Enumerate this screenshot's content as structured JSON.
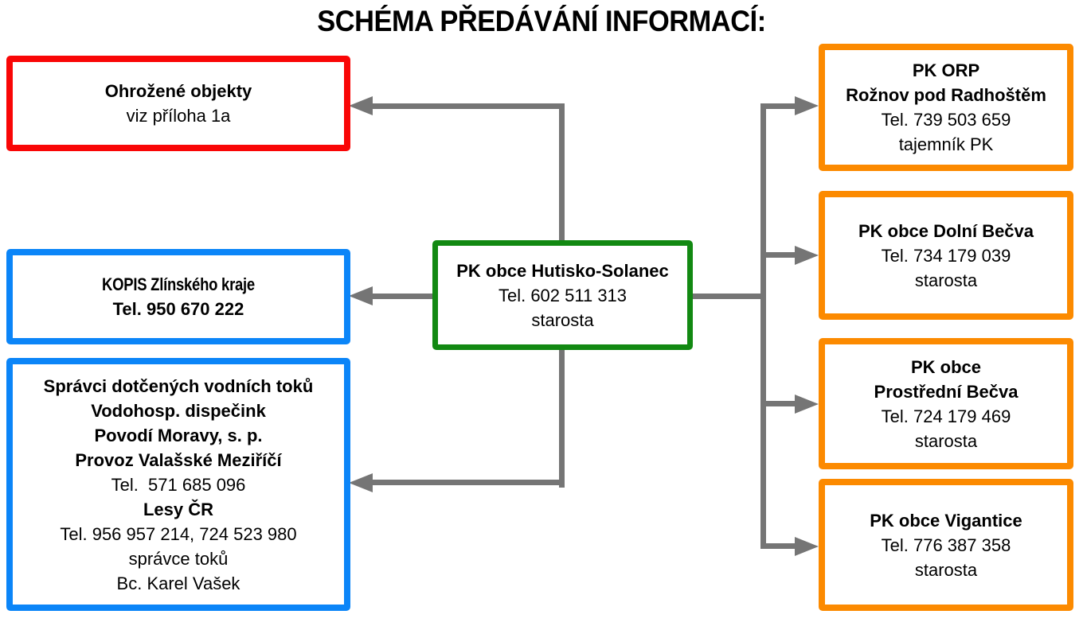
{
  "title": "SCHÉMA PŘEDÁVÁNÍ INFORMACÍ:",
  "colors": {
    "red": "#F90606",
    "blue": "#0B85F8",
    "green": "#128912",
    "orange": "#FC8A00",
    "gray": "#757575",
    "background": "#FFFFFF"
  },
  "center_box": {
    "lines": [
      "PK obce Hutisko-Solanec",
      "Tel. 602 511 313",
      "starosta"
    ]
  },
  "left_boxes": {
    "ohrozene": {
      "lines": [
        "Ohrožené objekty",
        "viz příloha 1a"
      ]
    },
    "kopis": {
      "lines": [
        "KOPIS Zlínského kraje",
        "Tel. 950 670 222"
      ]
    },
    "spravci": {
      "lines": [
        "Správci dotčených vodních toků",
        "Vodohosp. dispečink",
        "Povodí Moravy, s. p.",
        "Provoz Valašské Meziříčí",
        "Tel.  571 685 096",
        "Lesy ČR",
        "Tel. 956 957 214, 724 523 980",
        "správce toků",
        "Bc. Karel Vašek"
      ]
    }
  },
  "right_boxes": {
    "orp": {
      "lines": [
        "PK ORP",
        "Rožnov pod Radhoštěm",
        "Tel. 739 503 659",
        "tajemník PK"
      ]
    },
    "dolni_becva": {
      "lines": [
        "PK obce Dolní Bečva",
        "Tel. 734 179 039",
        "starosta"
      ]
    },
    "prostredni_becva": {
      "lines": [
        "PK obce",
        "Prostřední Bečva",
        "Tel. 724 179 469",
        "starosta"
      ]
    },
    "vigantice": {
      "lines": [
        "PK obce Vigantice",
        "Tel. 776 387 358",
        "starosta"
      ]
    }
  },
  "connections": [
    {
      "from": "PK obce Hutisko-Solanec",
      "to": "Ohrožené objekty"
    },
    {
      "from": "PK obce Hutisko-Solanec",
      "to": "KOPIS Zlínského kraje"
    },
    {
      "from": "PK obce Hutisko-Solanec",
      "to": "Správci dotčených vodních toků"
    },
    {
      "from": "PK obce Hutisko-Solanec",
      "to": "PK ORP Rožnov pod Radhoštěm"
    },
    {
      "from": "PK obce Hutisko-Solanec",
      "to": "PK obce Dolní Bečva"
    },
    {
      "from": "PK obce Hutisko-Solanec",
      "to": "PK obce Prostřední Bečva"
    },
    {
      "from": "PK obce Hutisko-Solanec",
      "to": "PK obce Vigantice"
    }
  ]
}
